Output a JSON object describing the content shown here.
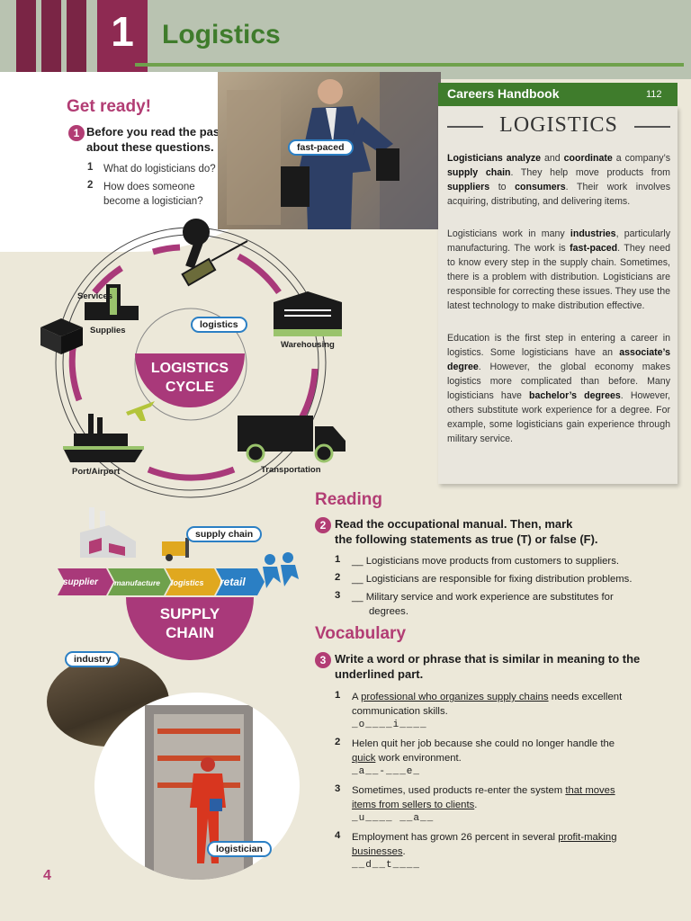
{
  "header": {
    "unit_number": "1",
    "unit_title": "Logistics"
  },
  "get_ready": {
    "title": "Get ready!",
    "badge": "1",
    "instruction": "Before you read the passage, talk about these questions.",
    "questions": [
      {
        "num": "1",
        "text": "What do logisticians do?"
      },
      {
        "num": "2",
        "text": "How does someone become a logistician?"
      }
    ]
  },
  "photo_label": "fast-paced",
  "handbook": {
    "header_title": "Careers Handbook",
    "page": "112",
    "article_title": "LOGISTICS"
  },
  "cycle": {
    "center": "LOGISTICS CYCLE",
    "center_line1": "LOGISTICS",
    "center_line2": "CYCLE",
    "pill": "logistics",
    "labels": {
      "services": "Services",
      "supplies": "Supplies",
      "warehousing": "Warehousing",
      "port": "Port/Airport",
      "transportation": "Transportation"
    }
  },
  "supply": {
    "pill": "supply chain",
    "arrows": [
      "supplier",
      "manufacture",
      "logistics",
      "retail"
    ],
    "center_line1": "SUPPLY",
    "center_line2": "CHAIN",
    "industry": "industry",
    "logistician": "logistician"
  },
  "reading": {
    "title": "Reading",
    "badge": "2",
    "instruction_line1": "Read the occupational manual. Then, mark",
    "instruction_line2": "the following statements as true (T) or false (F).",
    "items": [
      {
        "num": "1",
        "text": "__ Logisticians move products from customers to suppliers."
      },
      {
        "num": "2",
        "text": "__ Logisticians are responsible for fixing distribution problems."
      },
      {
        "num": "3",
        "text": "__ Military service and work experience are substitutes for"
      }
    ],
    "item3_cont": "degrees."
  },
  "vocabulary": {
    "title": "Vocabulary",
    "badge": "3",
    "instruction_line1": "Write a word or phrase that is similar in meaning to the",
    "instruction_line2": "underlined part.",
    "items": [
      {
        "num": "1",
        "pre": "A ",
        "underlined": "professional who organizes supply chains",
        "post": " needs excellent",
        "line2": "communication skills.",
        "blank": "_o____i____"
      },
      {
        "num": "2",
        "pre": "Helen quit her job because she could no longer handle the",
        "underlined": "quick",
        "post": " work environment.",
        "blank": "_a__-___e_"
      },
      {
        "num": "3",
        "pre": "Sometimes, used products re-enter the system ",
        "underlined": "that moves",
        "underlined2": "items from sellers to clients",
        "post": ".",
        "blank": "_u____ __a__"
      },
      {
        "num": "4",
        "pre": "Employment has grown 26 percent in several ",
        "underlined": "profit-making",
        "underlined2": "businesses",
        "post": ".",
        "blank": "__d__t____"
      }
    ]
  },
  "page_number": "4",
  "colors": {
    "accent": "#b23d74",
    "green": "#3f7c2c",
    "blue": "#2b7fc4"
  }
}
